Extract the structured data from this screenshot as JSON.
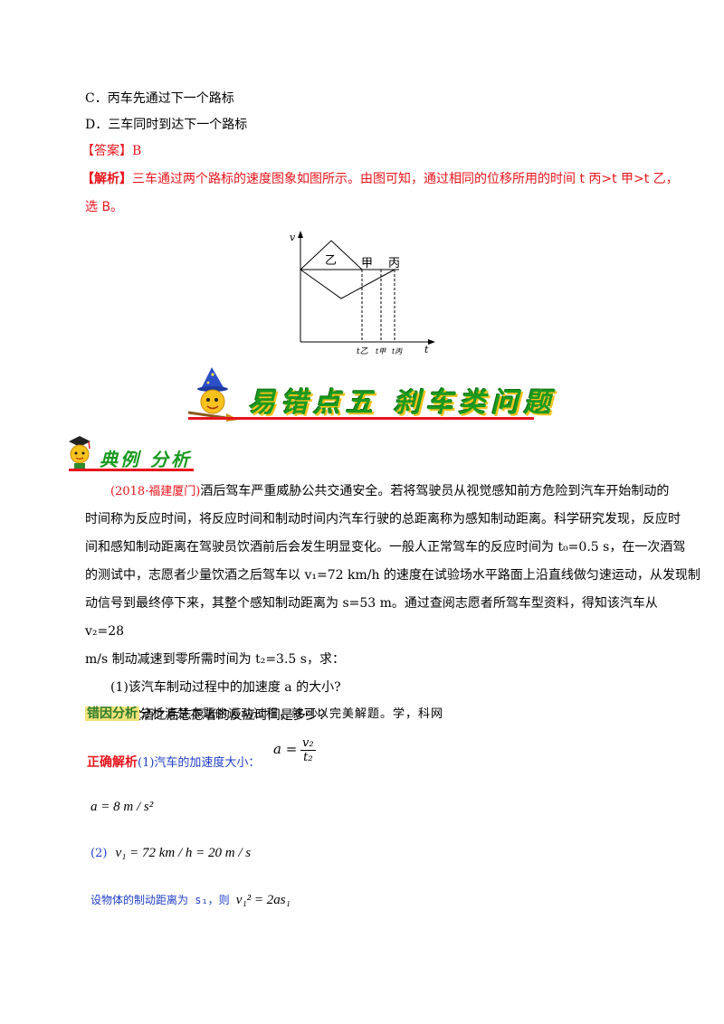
{
  "options": {
    "c": "C．丙车先通过下一个路标",
    "d": "D．三车同时到达下一个路标"
  },
  "answer": {
    "label": "【答案】",
    "value": "B"
  },
  "analysis": {
    "label": "【解析】",
    "text": "三车通过两个路标的速度图象如图所示。由图可知，通过相同的位移所用的时间 t 丙>t 甲>t 乙，",
    "text2": "选 B。"
  },
  "figure": {
    "v_axis": "v",
    "t_axis": "t",
    "labels": {
      "yi": "乙",
      "jia": "甲",
      "bing": "丙"
    },
    "ticks": [
      "t乙",
      "t甲",
      "t丙"
    ]
  },
  "banner": {
    "title": "易错点五   刹车类问题"
  },
  "section": {
    "title": "典例 分析"
  },
  "problem": {
    "source": "(2018·福建厦门)",
    "line1": "酒后驾车严重威胁公共交通安全。若将驾驶员从视觉感知前方危险到汽车开始制动的",
    "line2": "时间称为反应时间，将反应时间和制动时间内汽车行驶的总距离称为感知制动距离。科学研究发现，反应时",
    "line3": "间和感知制动距离在驾驶员饮酒前后会发生明显变化。一般人正常驾车的反应时间为 t₀=0.5 s，在一次酒驾",
    "line4": "的测试中，志愿者少量饮酒之后驾车以 v₁=72 km/h 的速度在试验场水平路面上沿直线做匀速运动，从发现制",
    "line5": "动信号到最终停下来，其整个感知制动距离为 s=53 m。通过查阅志愿者所驾车型资料，得知该汽车从 v₂=28",
    "line6": "m/s 制动减速到零所需时间为 t₂=3.5 s，求：",
    "q1": "(1)该汽车制动过程中的加速度 a 的大小?",
    "q2": "(2)饮酒之后志愿者的反应时间是多少?"
  },
  "error_analysis": {
    "label": "错因分析",
    "text": "分析清楚本题的运动过程，就可以完美解题。学，科网"
  },
  "solution": {
    "label": "正确解析",
    "step1": "(1)汽车的加速度大小：",
    "eq1_lhs": "a =",
    "eq1_num": "v₂",
    "eq1_den": "t₂",
    "eq2": "a = 8 m / s²",
    "step2": "(2)",
    "eq3": "v₁ = 72 km / h = 20 m / s",
    "step3": "设物体的制动距离为 s₁，则",
    "eq4": "v₁² = 2as₁"
  }
}
